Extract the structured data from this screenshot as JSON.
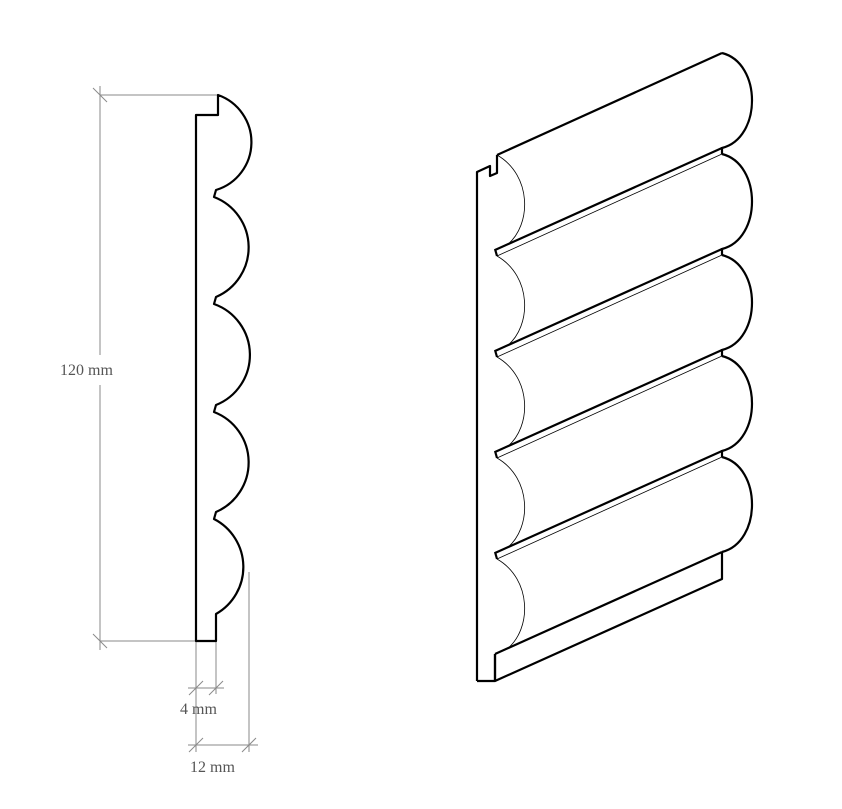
{
  "dimensions": {
    "height_label": "120 mm",
    "step_label": "4 mm",
    "depth_label": "12 mm"
  },
  "profile": {
    "bump_count": 5
  },
  "colors": {
    "outline": "#000000",
    "dimension": "#8a8a8a",
    "label": "#555555"
  }
}
